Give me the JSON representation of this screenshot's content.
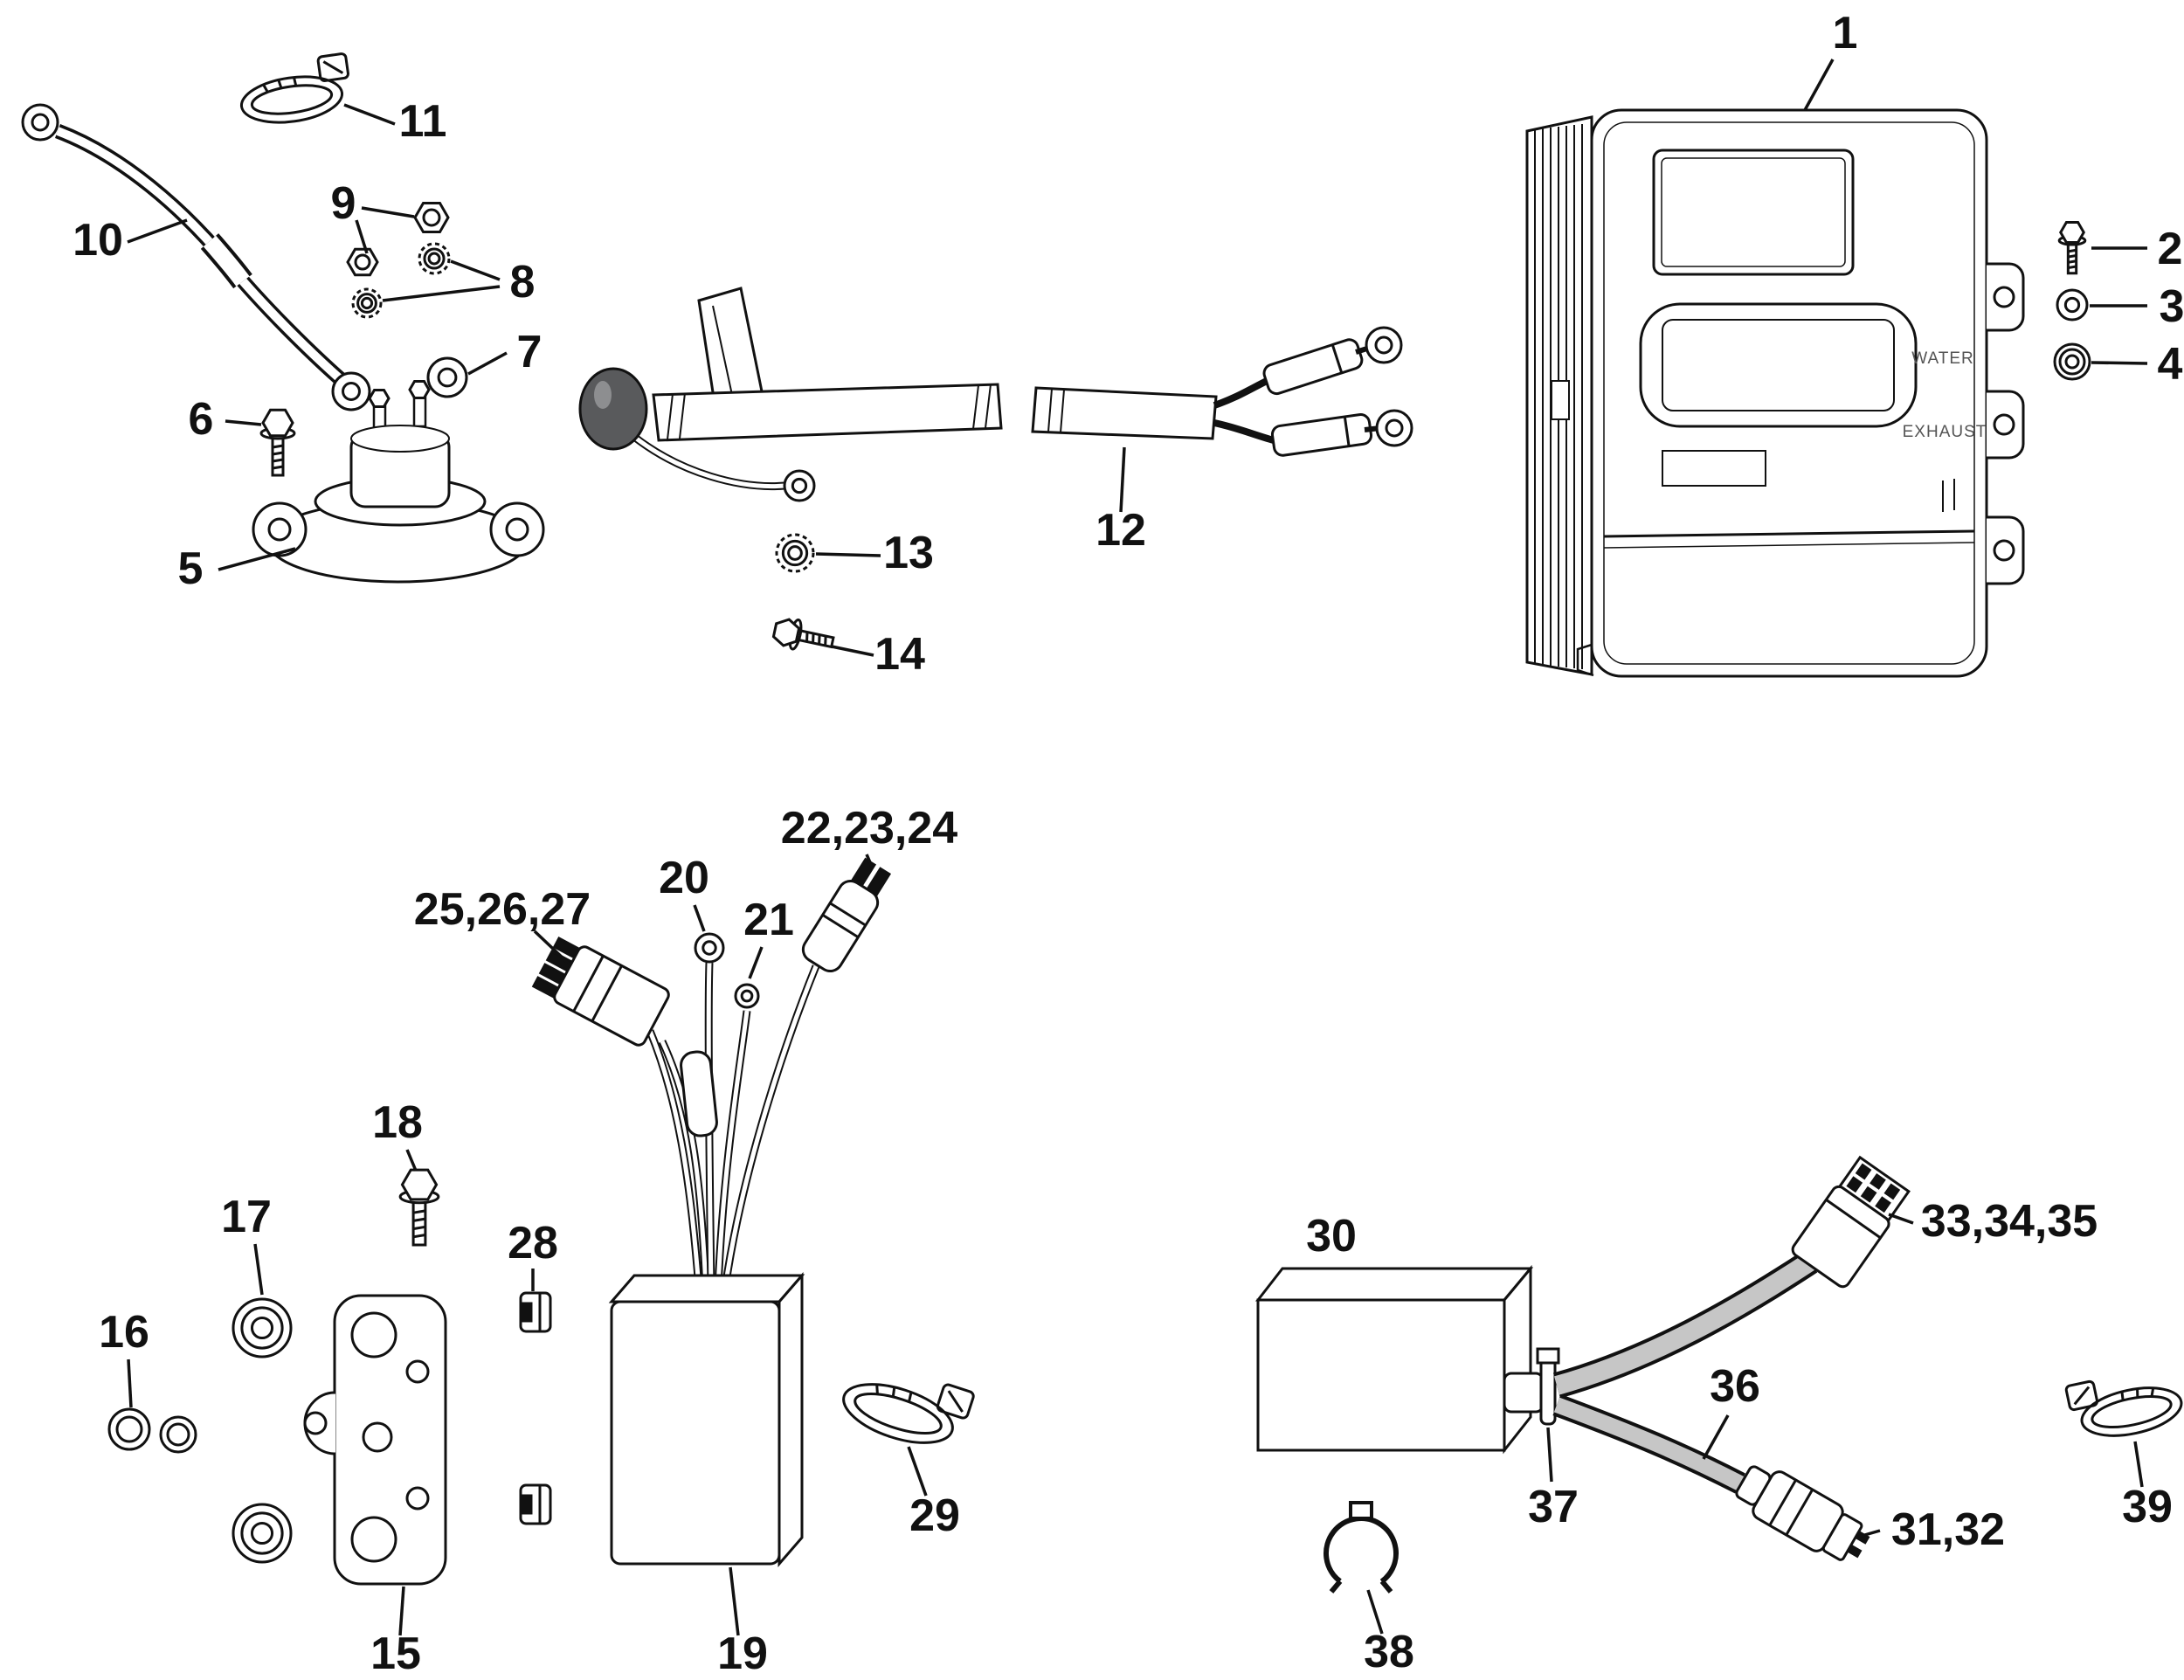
{
  "ecu": {
    "water": "WATER",
    "exhaust": "EXHAUST"
  },
  "callouts": [
    {
      "label": "1"
    },
    {
      "label": "2"
    },
    {
      "label": "3"
    },
    {
      "label": "4"
    },
    {
      "label": "5"
    },
    {
      "label": "6"
    },
    {
      "label": "7"
    },
    {
      "label": "8"
    },
    {
      "label": "9"
    },
    {
      "label": "10"
    },
    {
      "label": "11"
    },
    {
      "label": "12"
    },
    {
      "label": "13"
    },
    {
      "label": "14"
    },
    {
      "label": "15"
    },
    {
      "label": "16"
    },
    {
      "label": "17"
    },
    {
      "label": "18"
    },
    {
      "label": "19"
    },
    {
      "label": "20"
    },
    {
      "label": "21"
    },
    {
      "label": "22,23,24"
    },
    {
      "label": "25,26,27"
    },
    {
      "label": "28"
    },
    {
      "label": "29"
    },
    {
      "label": "30"
    },
    {
      "label": "31,32"
    },
    {
      "label": "33,34,35"
    },
    {
      "label": "36"
    },
    {
      "label": "37"
    },
    {
      "label": "38"
    },
    {
      "label": "39"
    }
  ]
}
